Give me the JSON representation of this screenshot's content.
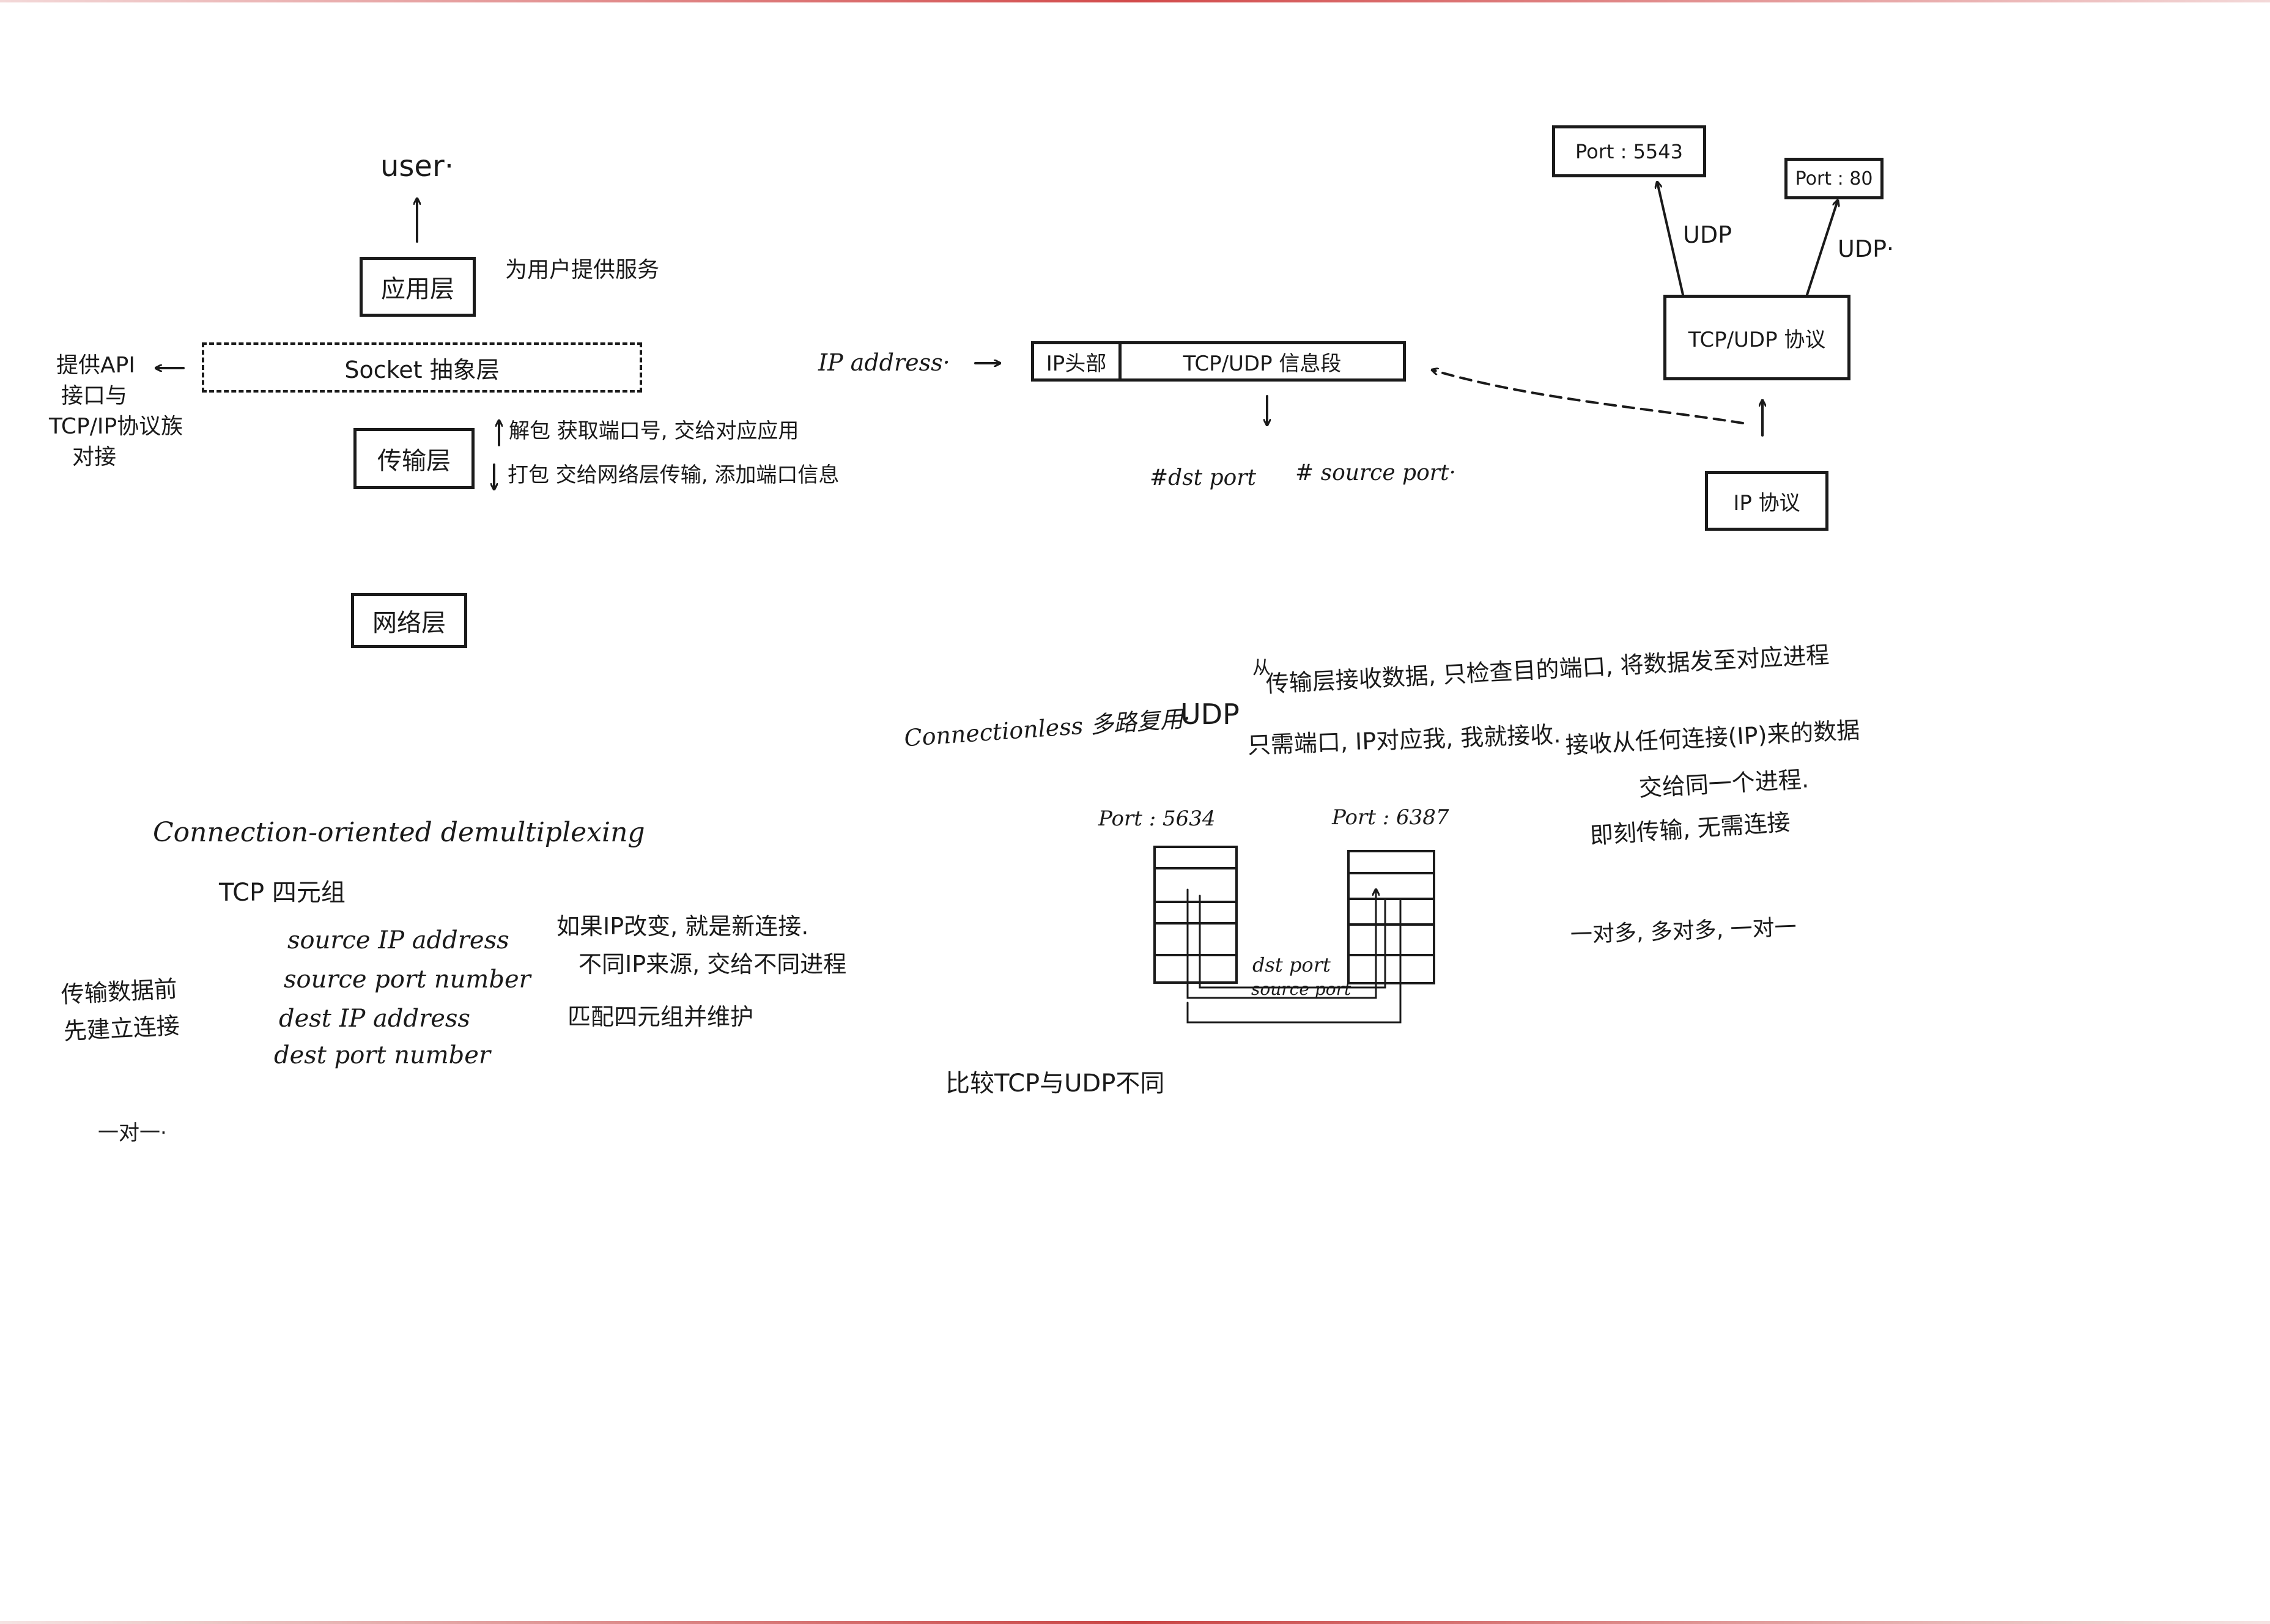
{
  "layers": {
    "user": "user·",
    "app_layer": "应用层",
    "app_note": "为用户提供服务",
    "socket_layer": "Socket 抽象层",
    "socket_note": [
      "提供API",
      "接口与",
      "TCP/IP协议族",
      "对接"
    ],
    "transport_layer": "传输层",
    "unpack_note": "解包 获取端口号, 交给对应应用",
    "pack_note": "打包 交给网络层传输, 添加端口信息",
    "network_layer": "网络层"
  },
  "packet": {
    "ip_address": "IP address·",
    "ip_header": "IP头部",
    "segment": "TCP/UDP 信息段",
    "dst_port": "#dst port",
    "src_port": "# source port·"
  },
  "protocol_stack": {
    "port_a": "Port : 5543",
    "port_b": "Port : 80",
    "udp_a": "UDP",
    "udp_b": "UDP·",
    "tcp_udp": "TCP/UDP 协议",
    "ip": "IP 协议"
  },
  "connectionless": {
    "title": "Connectionless 多路复用·",
    "udp": "UDP",
    "marker": "从",
    "line1": "传输层接收数据, 只检查目的端口, 将数据发至对应进程",
    "line2": "只需端口, IP对应我, 我就接收.",
    "line3": "接收从任何连接(IP)来的数据",
    "line4": "交给同一个进程.",
    "line5": "即刻传输, 无需连接",
    "line6": "一对多, 多对多, 一对一"
  },
  "ports_diagram": {
    "left_port": "Port : 5634",
    "right_port": "Port : 6387",
    "dst_label": "dst port",
    "src_label": "source port"
  },
  "connection_oriented": {
    "title": "Connection-oriented demultiplexing",
    "tuple_label": "TCP 四元组",
    "fields": [
      "source IP address",
      "source port number",
      "dest IP address",
      "dest port number"
    ],
    "side_note": [
      "传输数据前",
      "先建立连接"
    ],
    "one_to_one": "一对一·",
    "note1": "如果IP改变, 就是新连接.",
    "note2": "不同IP来源, 交给不同进程",
    "note3": "匹配四元组并维护"
  },
  "compare": "比较TCP与UDP不同"
}
